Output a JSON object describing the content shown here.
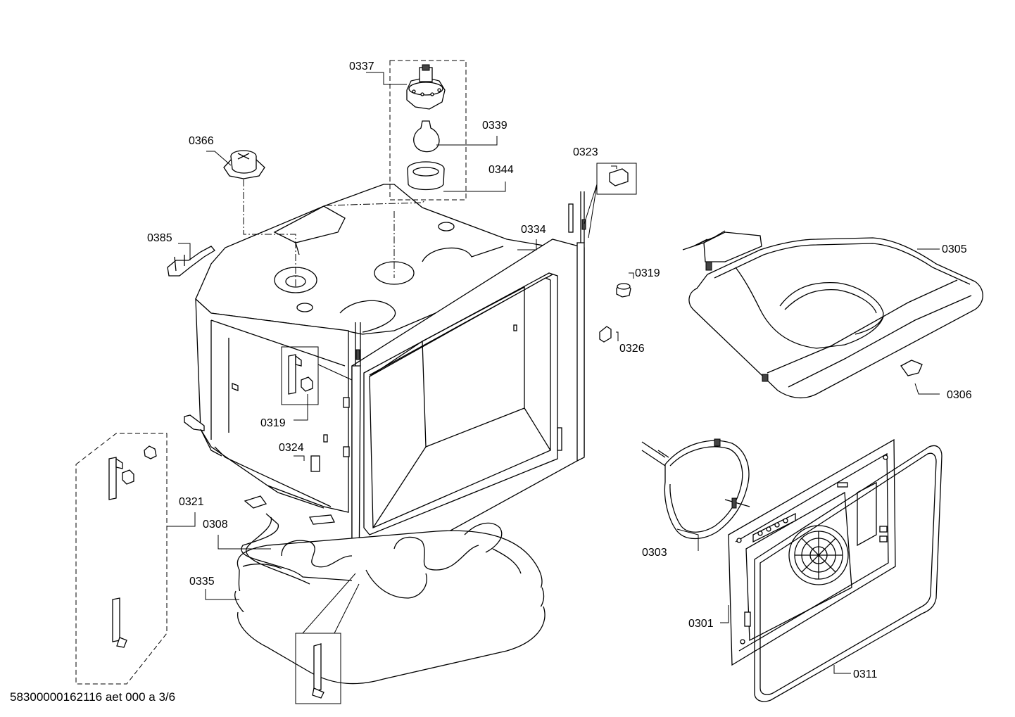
{
  "diagram": {
    "footer": "58300000162116 aet 000 a 3/6",
    "labels": {
      "p0337": "0337",
      "p0339": "0339",
      "p0344": "0344",
      "p0366": "0366",
      "p0323": "0323",
      "p0385": "0385",
      "p0334": "0334",
      "p0305": "0305",
      "p0319a": "0319",
      "p0326": "0326",
      "p0319b": "0319",
      "p0306": "0306",
      "p0324": "0324",
      "p0321": "0321",
      "p0308": "0308",
      "p0335": "0335",
      "p0303": "0303",
      "p0301": "0301",
      "p0311": "0311"
    }
  }
}
